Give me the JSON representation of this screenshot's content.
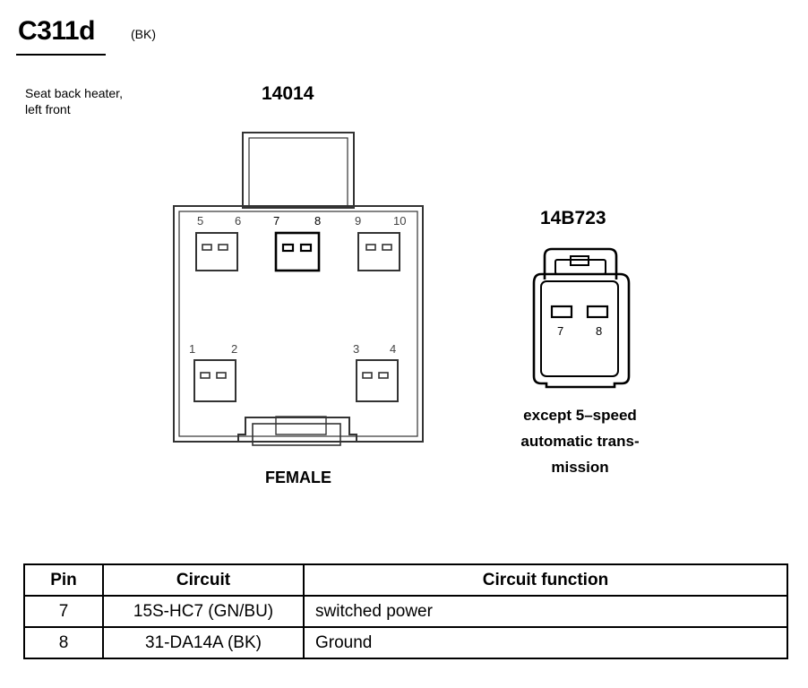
{
  "header": {
    "connector_id": "C311d",
    "color_code": "(BK)",
    "description_line1": "Seat back heater,",
    "description_line2": "left front"
  },
  "connector_female": {
    "part_number": "14014",
    "label": "FEMALE",
    "cavity_numbers": [
      "5",
      "6",
      "7",
      "8",
      "9",
      "10",
      "1",
      "2",
      "3",
      "4"
    ]
  },
  "connector_mating": {
    "part_number": "14B723",
    "cavity_numbers": [
      "7",
      "8"
    ],
    "note_line1": "except 5–speed",
    "note_line2": "automatic trans-",
    "note_line3": "mission"
  },
  "pin_table": {
    "headers": [
      "Pin",
      "Circuit",
      "Circuit function"
    ],
    "rows": [
      {
        "pin": "7",
        "circuit": "15S-HC7 (GN/BU)",
        "function": "switched power"
      },
      {
        "pin": "8",
        "circuit": "31-DA14A (BK)",
        "function": "Ground"
      }
    ]
  }
}
